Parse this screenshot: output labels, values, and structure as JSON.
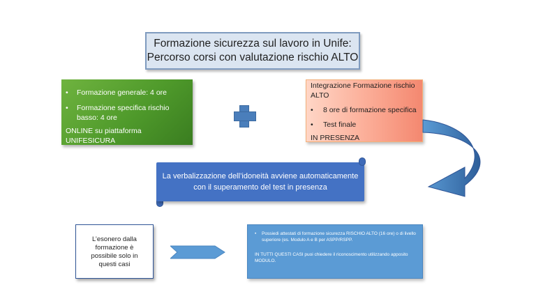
{
  "title": {
    "line1": "Formazione sicurezza sul lavoro in Unife:",
    "line2": "Percorso corsi con valutazione rischio ALTO"
  },
  "green_box": {
    "items": [
      "Formazione generale: 4 ore",
      "Formazione specifica rischio basso: 4 ore"
    ],
    "footer": "ONLINE su piattaforma UNIFESICURA"
  },
  "salmon_box": {
    "title": "Integrazione Formazione rischio ALTO",
    "items": [
      "8 ore di formazione specifica",
      "Test finale"
    ],
    "footer": "IN PRESENZA"
  },
  "banner": {
    "line1": "La verbalizzazione dell’idoneità avviene automaticamente",
    "line2": "con il superamento del test in presenza"
  },
  "exoneration_box": {
    "text": "L’esonero dalla formazione è possibile solo in questi casi"
  },
  "cases_box": {
    "bullet": "Possiedi attestati di formazione sicurezza RISCHIO ALTO (16 ore) o di livello superiore (es. Modulo A e B per ASPP/RSPP.",
    "note": "IN TUTTI QUESTI CASI puoi chiedere il riconoscimento utilizzando apposito MODULO."
  },
  "colors": {
    "green": "#4f9a2b",
    "salmon": "#fbab95",
    "blue": "#4472c4",
    "light_blue": "#5b9bd5",
    "title_bg": "#dbe5f1"
  }
}
